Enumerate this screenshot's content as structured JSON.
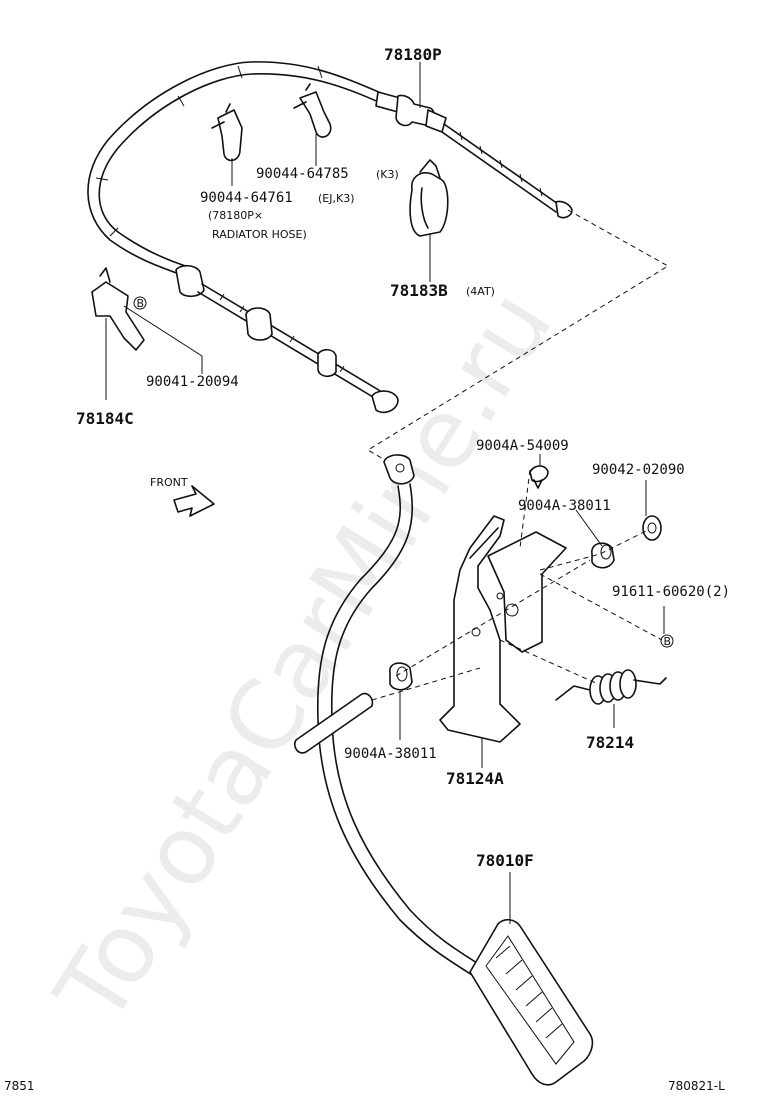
{
  "labels": {
    "p78180P": "78180P",
    "p90044_64785": "90044-64785",
    "p90044_64785_note": "(K3)",
    "p90044_64761": "90044-64761",
    "p90044_64761_note": "(EJ,K3)",
    "p90044_64761_sub1": "(78180P×",
    "p90044_64761_sub2": "RADIATOR HOSE)",
    "p78183B": "78183B",
    "p78183B_note": "(4AT)",
    "p90041_20094": "90041-20094",
    "p78184C": "78184C",
    "front": "FRONT",
    "p9004A_54009": "9004A-54009",
    "p90042_02090": "90042-02090",
    "p9004A_38011_top": "9004A-38011",
    "p91611_60620": "91611-60620(2)",
    "p78214": "78214",
    "p9004A_38011_bottom": "9004A-38011",
    "p78124A": "78124A",
    "p78010F": "78010F",
    "marker_b": "B"
  },
  "footer": {
    "left": "7851",
    "right": "780821-L"
  },
  "watermark": "ToyotaCarMine.ru"
}
